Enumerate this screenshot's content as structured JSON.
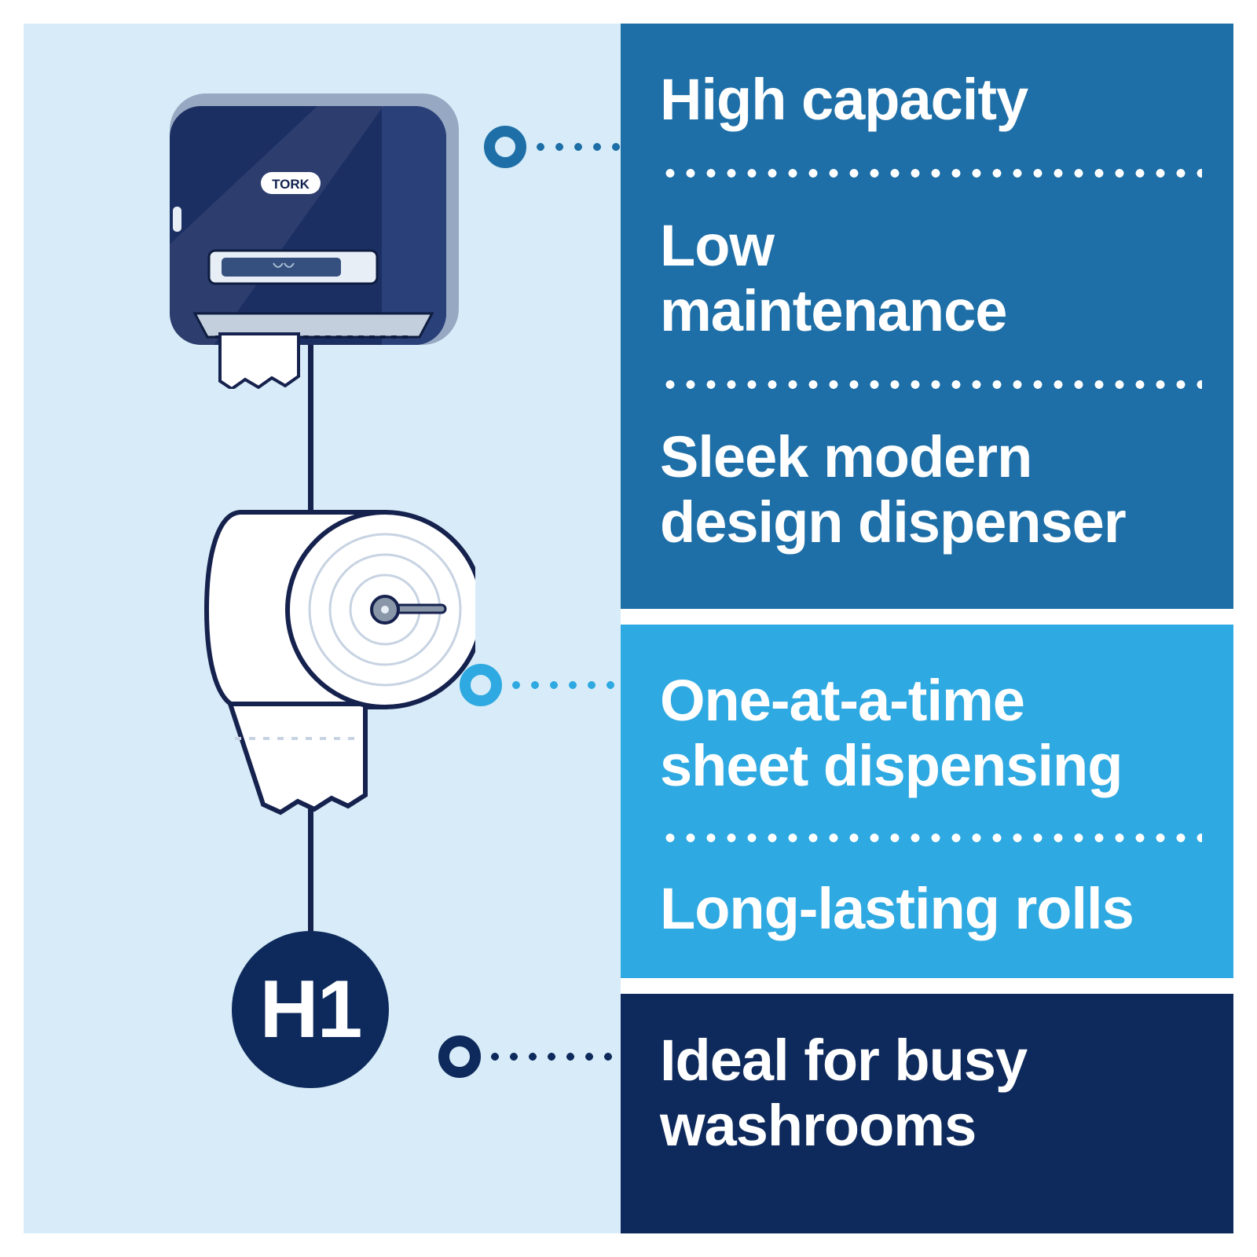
{
  "illustration": {
    "brand": "TORK",
    "badge_label": "H1"
  },
  "blocks": {
    "top": {
      "items": [
        "High capacity",
        "Low\nmaintenance",
        "Sleek modern\ndesign dispenser"
      ]
    },
    "middle": {
      "items": [
        "One-at-a-time\nsheet dispensing",
        "Long-lasting rolls"
      ]
    },
    "bottom": {
      "items": [
        "Ideal for busy\nwashrooms"
      ]
    }
  },
  "colors": {
    "background": "#ffffff",
    "panel": "#d7ecf8",
    "block_top": "#1e6fa7",
    "block_middle": "#2fa9e1",
    "block_bottom": "#0e2a5c",
    "outline": "#16224e"
  }
}
